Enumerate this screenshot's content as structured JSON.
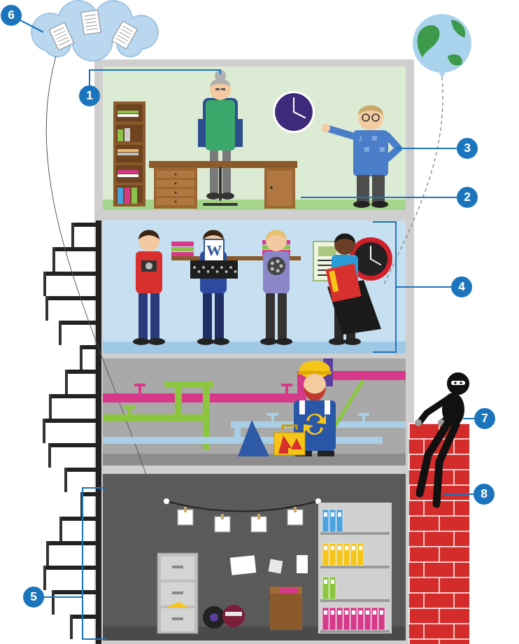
{
  "diagram": {
    "labels": [
      "1",
      "2",
      "3",
      "4",
      "5",
      "6",
      "7",
      "8",
      "W"
    ]
  }
}
